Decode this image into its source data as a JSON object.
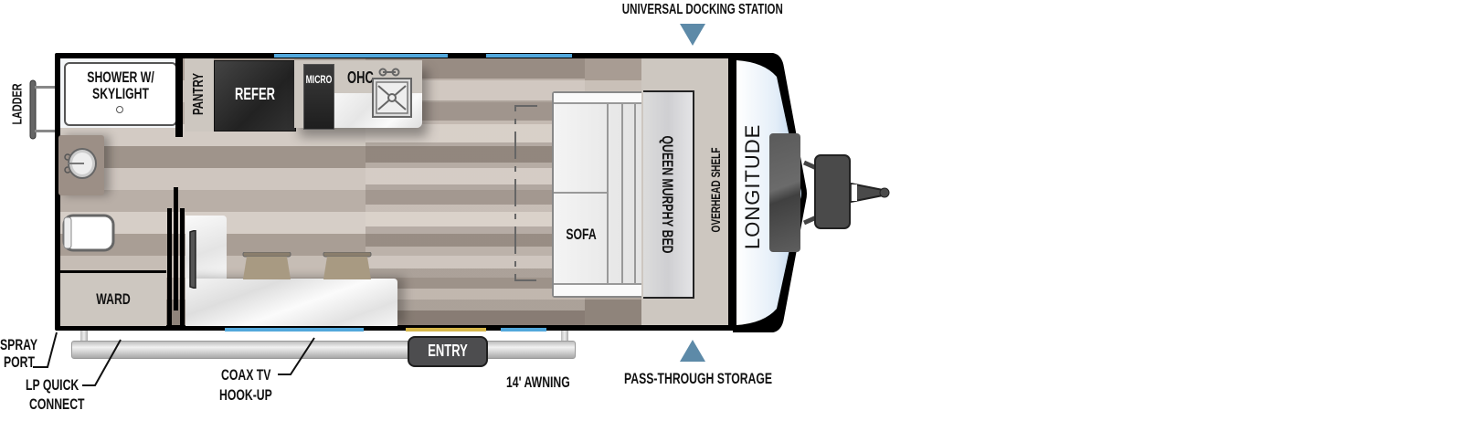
{
  "floorplan": {
    "brand": "LONGITUDE",
    "callouts": {
      "top": "UNIVERSAL DOCKING STATION",
      "bottom": "PASS-THROUGH STORAGE",
      "ladder": "LADDER",
      "spray_port": "SPRAY PORT",
      "spray_port_lines": [
        "SPRAY",
        "PORT"
      ],
      "lp_quick_connect_lines": [
        "LP QUICK",
        "CONNECT"
      ],
      "coax_lines": [
        "COAX TV",
        "HOOK-UP"
      ],
      "awning": "14' AWNING"
    },
    "rooms": {
      "shower_lines": [
        "SHOWER W/",
        "SKYLIGHT"
      ],
      "pantry": "PANTRY",
      "refer": "REFER",
      "micro": "MICRO",
      "ohc": "OHC",
      "sofa": "SOFA",
      "murphy_bed": "QUEEN MURPHY BED",
      "overhead_shelf": "OVERHEAD SHELF",
      "ward": "WARD",
      "entry": "ENTRY"
    },
    "colors": {
      "wall": "#000000",
      "window": "#52a8dc",
      "entry_door": "#d8b84a",
      "arrow": "#5d8aa8",
      "cabinet": "#cdc7c0",
      "appliance": "#2b2b2b",
      "hitch": "#4a4a4a"
    }
  }
}
